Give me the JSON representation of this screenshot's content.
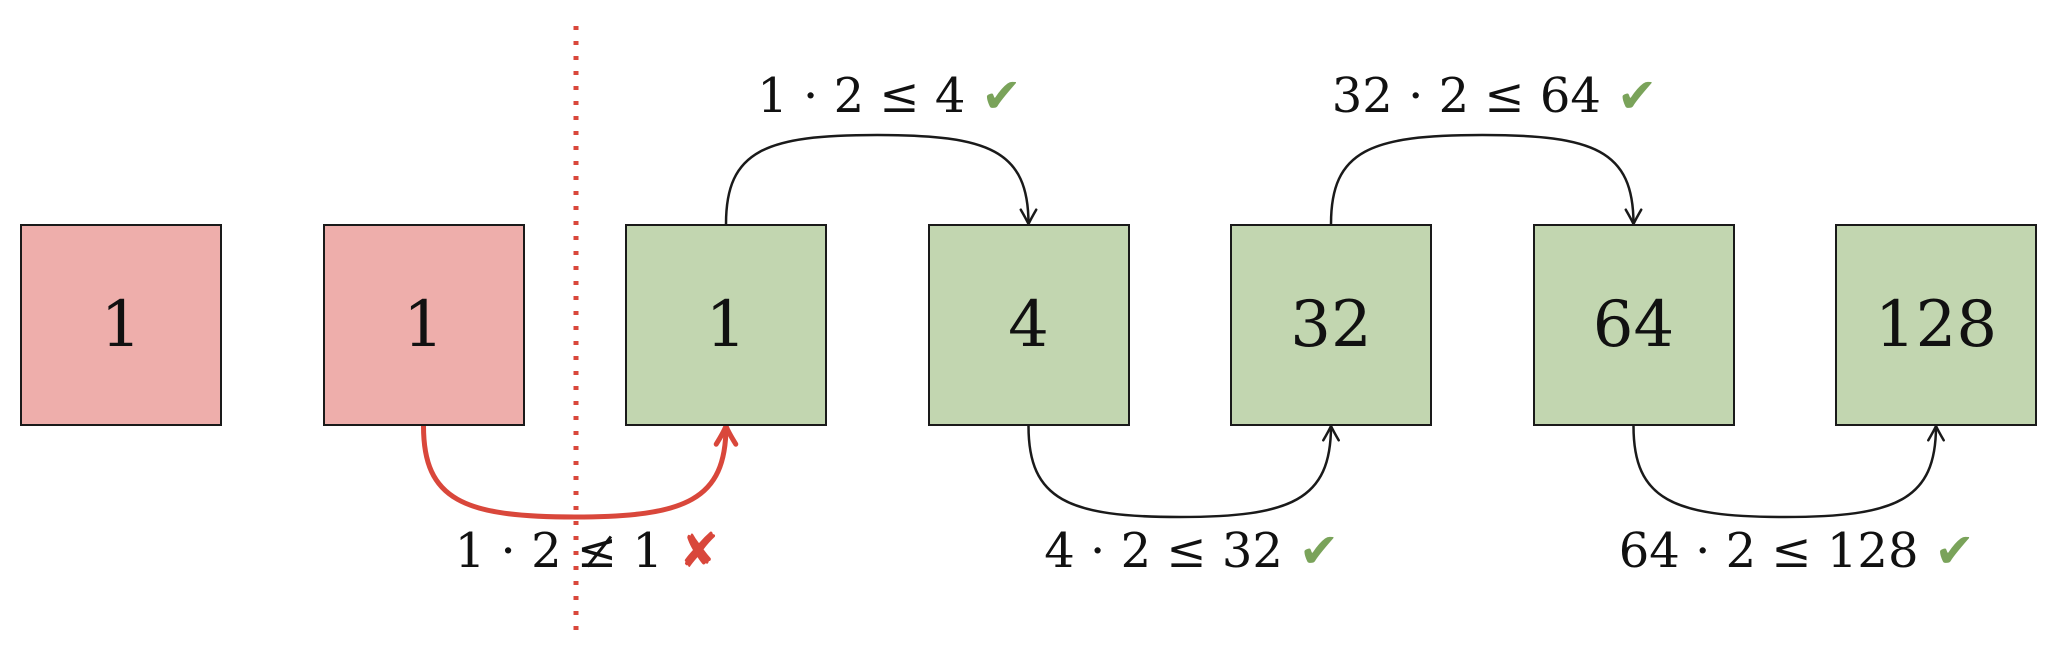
{
  "boxes": [
    {
      "value": "1",
      "state": "rejected"
    },
    {
      "value": "1",
      "state": "rejected"
    },
    {
      "value": "1",
      "state": "accepted"
    },
    {
      "value": "4",
      "state": "accepted"
    },
    {
      "value": "32",
      "state": "accepted"
    },
    {
      "value": "64",
      "state": "accepted"
    },
    {
      "value": "128",
      "state": "accepted"
    }
  ],
  "comparisons": [
    {
      "from": 1,
      "to": 2,
      "side": "below",
      "text_a": "1 · 2 ",
      "rel": "≤",
      "text_b": " 1",
      "negated": true,
      "mark": "✘",
      "result": "fail"
    },
    {
      "from": 2,
      "to": 3,
      "side": "above",
      "text_a": "1 · 2 ",
      "rel": "≤",
      "text_b": " 4",
      "negated": false,
      "mark": "✔",
      "result": "pass"
    },
    {
      "from": 3,
      "to": 4,
      "side": "below",
      "text_a": "4 · 2 ",
      "rel": "≤",
      "text_b": " 32",
      "negated": false,
      "mark": "✔",
      "result": "pass"
    },
    {
      "from": 4,
      "to": 5,
      "side": "above",
      "text_a": "32 · 2 ",
      "rel": "≤",
      "text_b": " 64",
      "negated": false,
      "mark": "✔",
      "result": "pass"
    },
    {
      "from": 5,
      "to": 6,
      "side": "below",
      "text_a": "64 · 2 ",
      "rel": "≤",
      "text_b": " 128",
      "negated": false,
      "mark": "✔",
      "result": "pass"
    }
  ],
  "colors": {
    "rejected_fill": "#eeaeab",
    "accepted_fill": "#c2d6b0",
    "fail_accent": "#d9473b",
    "pass_accent": "#7aa35a",
    "stroke": "#1a1a1a"
  }
}
